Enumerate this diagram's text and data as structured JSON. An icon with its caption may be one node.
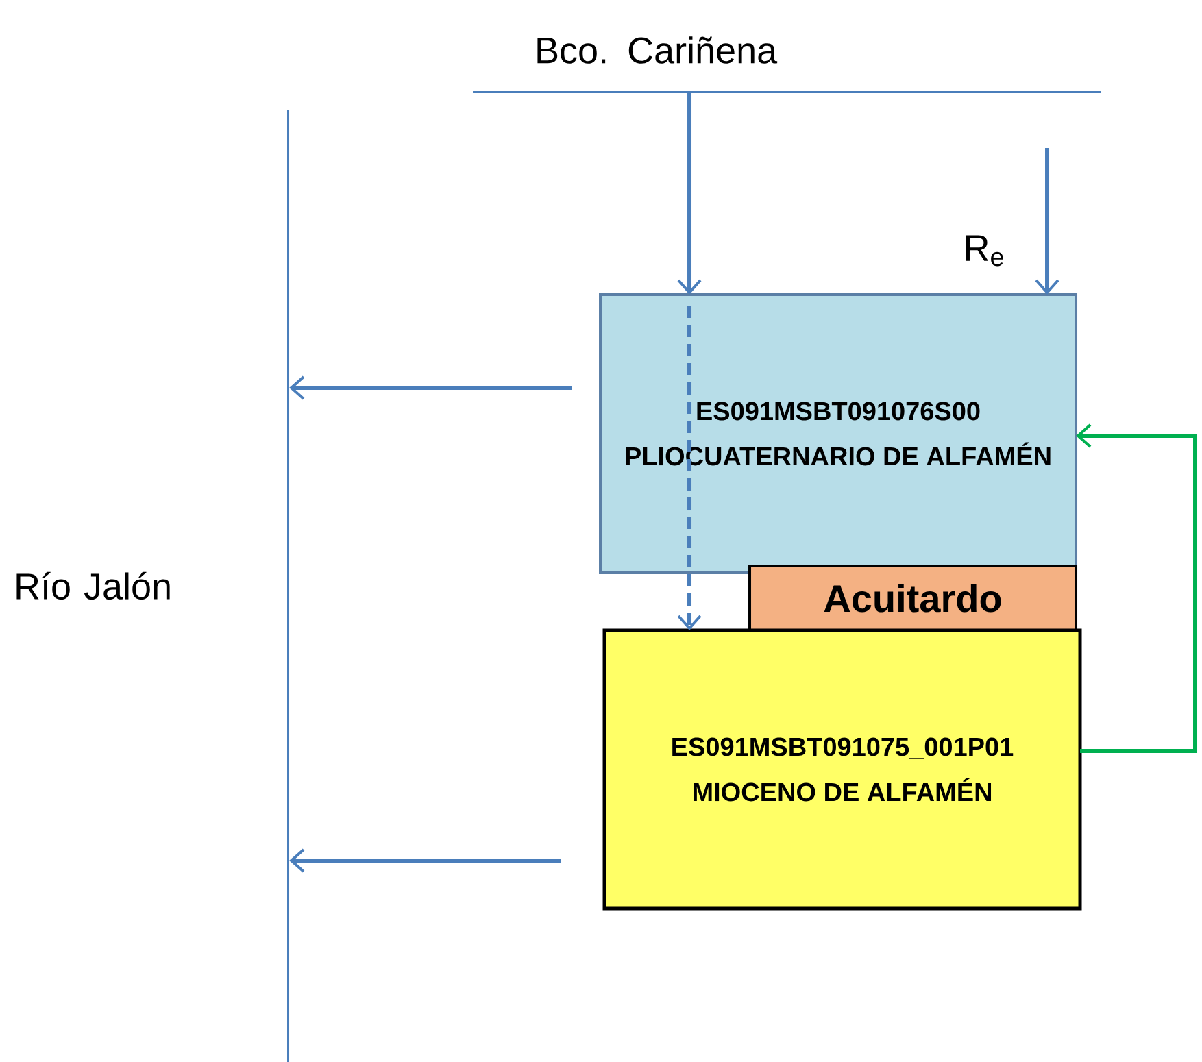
{
  "diagram": {
    "nodes": [
      {
        "text": [
          "Bco. Cariñena"
        ]
      },
      {
        "text": [
          "Río Jalón"
        ]
      },
      {
        "text": [
          "ES091MSBT091076S00",
          "PLIOCUATERNARIO DE ALFAMÉN"
        ]
      },
      {
        "text": [
          "Acuitardo"
        ]
      },
      {
        "text": [
          "ES091MSBT091075_001P01",
          "MIOCENO DE ALFAMÉN"
        ]
      }
    ],
    "edges": [
      {
        "from": 0,
        "to": 2,
        "arrow": "to"
      },
      {
        "from": null,
        "to": 2,
        "arrow": "to",
        "label": "R$_{e}$"
      },
      {
        "from": 2,
        "to": 4,
        "arrow": "to",
        "style": "dashed"
      },
      {
        "from": 2,
        "to": 1,
        "arrow": "to"
      },
      {
        "from": 4,
        "to": 1,
        "arrow": "to"
      },
      {
        "from": 4,
        "to": 2,
        "arrow": "to",
        "color": "#00b050"
      }
    ]
  }
}
